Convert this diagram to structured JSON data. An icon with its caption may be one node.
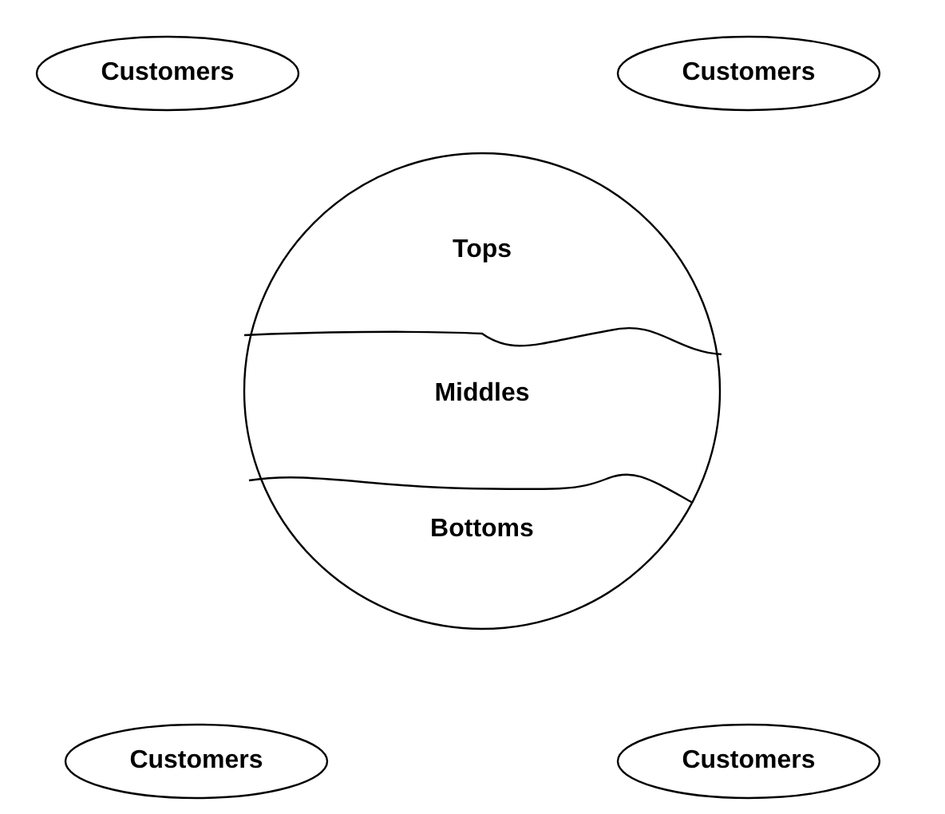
{
  "diagram": {
    "nodes": [
      {
        "text": [
          "Customers"
        ]
      },
      {
        "text": [
          "Customers"
        ]
      },
      {
        "text": [],
        "shape": "circle"
      },
      {
        "text": [
          "Tops"
        ],
        "in": 2
      },
      {
        "text": [
          "Middles"
        ],
        "in": 2
      },
      {
        "text": [
          "Bottoms"
        ],
        "in": 2
      },
      {
        "text": [
          "Customers"
        ]
      },
      {
        "text": [
          "Customers"
        ]
      }
    ]
  }
}
